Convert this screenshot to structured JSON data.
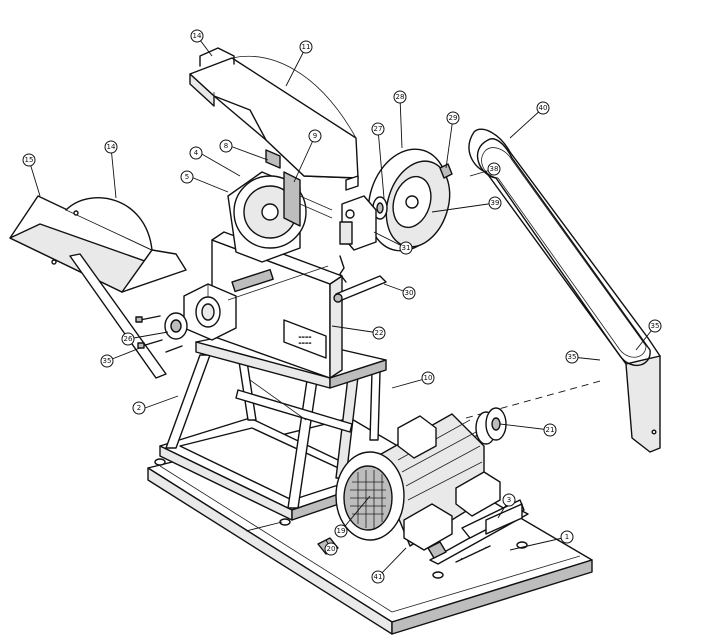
{
  "callouts": [
    {
      "id": "callout-1",
      "label": "1"
    },
    {
      "id": "callout-2",
      "label": "2"
    },
    {
      "id": "callout-3",
      "label": "3"
    },
    {
      "id": "callout-4",
      "label": "4"
    },
    {
      "id": "callout-5",
      "label": "5"
    },
    {
      "id": "callout-8",
      "label": "8"
    },
    {
      "id": "callout-9",
      "label": "9"
    },
    {
      "id": "callout-10",
      "label": "10"
    },
    {
      "id": "callout-11",
      "label": "11"
    },
    {
      "id": "callout-14-top",
      "label": "14"
    },
    {
      "id": "callout-14-left",
      "label": "14"
    },
    {
      "id": "callout-15",
      "label": "15"
    },
    {
      "id": "callout-19",
      "label": "19"
    },
    {
      "id": "callout-20",
      "label": "20"
    },
    {
      "id": "callout-21",
      "label": "21"
    },
    {
      "id": "callout-22",
      "label": "22"
    },
    {
      "id": "callout-26",
      "label": "26"
    },
    {
      "id": "callout-27",
      "label": "27"
    },
    {
      "id": "callout-28",
      "label": "28"
    },
    {
      "id": "callout-29",
      "label": "29"
    },
    {
      "id": "callout-30",
      "label": "30"
    },
    {
      "id": "callout-31",
      "label": "31"
    },
    {
      "id": "callout-35-left",
      "label": "35"
    },
    {
      "id": "callout-35-belt",
      "label": "35"
    },
    {
      "id": "callout-35-guard",
      "label": "35"
    },
    {
      "id": "callout-38",
      "label": "38"
    },
    {
      "id": "callout-39",
      "label": "39"
    },
    {
      "id": "callout-40",
      "label": "40"
    },
    {
      "id": "callout-41",
      "label": "41"
    }
  ]
}
